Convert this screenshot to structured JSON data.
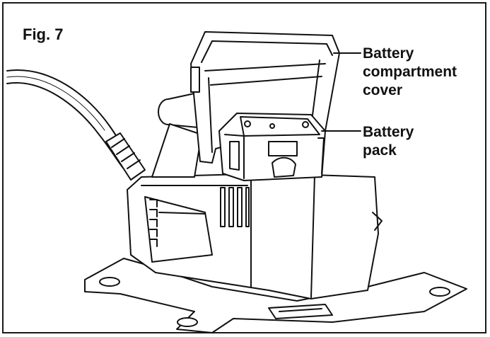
{
  "figure": {
    "title": "Fig. 7"
  },
  "callouts": [
    {
      "lines": [
        "Battery",
        "compartment",
        "cover"
      ]
    },
    {
      "lines": [
        "Battery",
        "pack"
      ]
    }
  ],
  "colors": {
    "line": "#111111",
    "background": "#ffffff"
  }
}
